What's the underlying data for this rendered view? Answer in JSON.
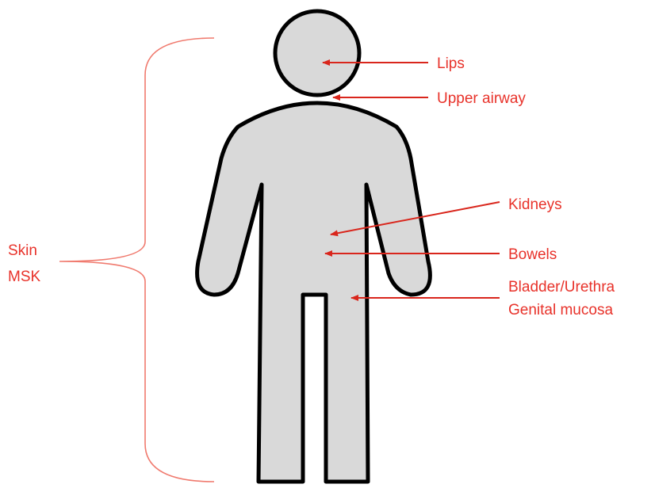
{
  "colors": {
    "label": "#e8322a",
    "arrow": "#d9261c",
    "brace": "#f07a6e",
    "body_fill": "#d9d9d9",
    "body_outline": "#000000"
  },
  "labels": {
    "lips": "Lips",
    "upper_airway": "Upper airway",
    "kidneys": "Kidneys",
    "bowels": "Bowels",
    "bladder_urethra": "Bladder/Urethra",
    "genital_mucosa": "Genital mucosa",
    "skin": "Skin",
    "msk": "MSK"
  }
}
